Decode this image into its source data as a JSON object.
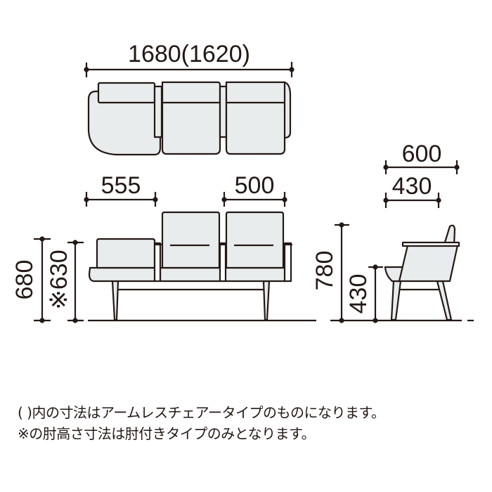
{
  "colors": {
    "stroke": "#231815",
    "fill": "#e9ecec",
    "background": "#ffffff"
  },
  "top_view": {
    "width_label": "1680(1620)"
  },
  "front_view": {
    "left_seat_width_label": "555",
    "seat_width_label": "500",
    "total_height_label": "680",
    "arm_height_label": "※630"
  },
  "side_view": {
    "depth_label": "600",
    "seat_depth_label": "430",
    "total_height_label": "780",
    "seat_height_label": "430"
  },
  "notes": [
    "( )内の寸法はアームレスチェアータイプのものになります。",
    "※の肘高さ寸法は肘付きタイプのみとなります。"
  ]
}
